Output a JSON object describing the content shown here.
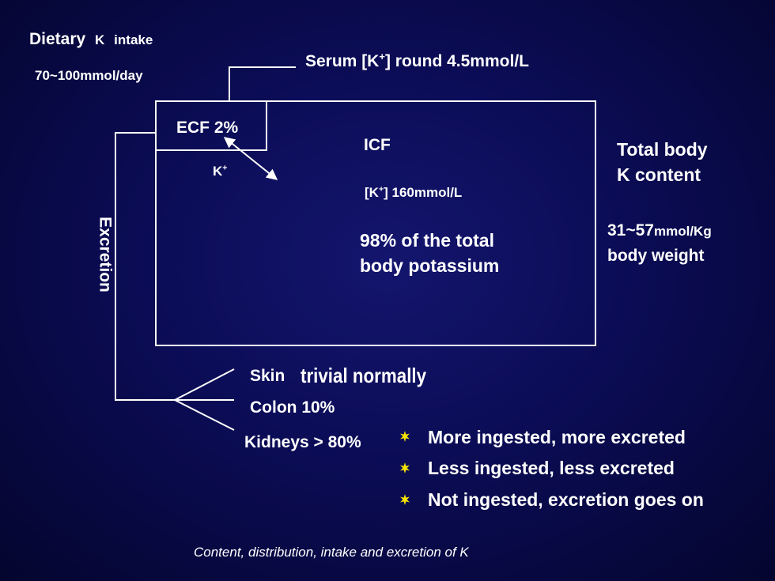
{
  "dietary": {
    "title_a": "Dietary",
    "title_k": "K",
    "title_b": "intake",
    "amount": "70~100mmol/day"
  },
  "serum": {
    "prefix": "Serum [K",
    "sup": "+",
    "suffix": "]  round 4.5mmol/L"
  },
  "ecf": {
    "label": "ECF  2%"
  },
  "exchange": {
    "label": "K",
    "sup": "+"
  },
  "icf": {
    "label": "ICF",
    "conc_prefix": "[K",
    "conc_sup": "+",
    "conc_suffix": "]  160mmol/L",
    "share_line1": "98% of the total",
    "share_line2": "body potassium"
  },
  "total": {
    "line1": "Total body",
    "line2": "K content",
    "amount_main": "31~57",
    "amount_unit": "mmol/Kg",
    "amount_line2": "body weight"
  },
  "excretion": {
    "label": "Excretion"
  },
  "routes": {
    "skin_name": "Skin",
    "skin_note": "trivial  normally",
    "colon": "Colon  10%",
    "kidneys": "Kidneys > 80%"
  },
  "kidney_points": [
    "More ingested, more excreted",
    "Less ingested, less excreted",
    "Not ingested, excretion goes on"
  ],
  "caption": "Content,  distribution, intake and excretion of K",
  "colors": {
    "text": "#ffffff",
    "bullet": "#f5e400",
    "background": "#0b0c55"
  }
}
